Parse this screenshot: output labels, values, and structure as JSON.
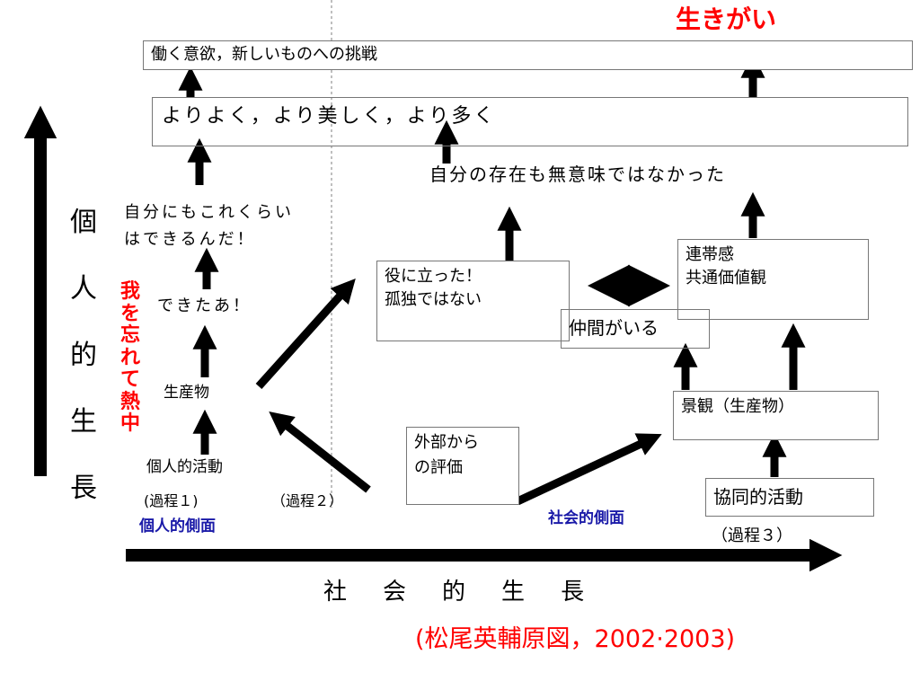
{
  "title": "生きがい",
  "boxes": {
    "motivation": "働く意欲，新しいものへの挑戦",
    "better": "よりよく，より美しく，より多く",
    "useful_line1": "役に立った！",
    "useful_line2": "孤独ではない",
    "friends": "仲間がいる",
    "solidarity_line1": "連帯感",
    "solidarity_line2": "共通価値観",
    "landscape": "景観（生産物）",
    "external_line1": "外部から",
    "external_line2": "の評価",
    "cooperative": "協同的活動"
  },
  "labels": {
    "meaningful": "自分の存在も無意味ではなかった",
    "capable_line1": "自分にもこれくらい",
    "capable_line2": "はできるんだ！",
    "did_it": "できたあ！",
    "product": "生産物",
    "individual_activity": "個人的活動",
    "process1": "(過程１)",
    "process2": "（過程２）",
    "process3": "（過程３）",
    "individual_aspect": "個人的側面",
    "social_aspect": "社会的側面",
    "absorbed": [
      "我",
      "を",
      "忘",
      "れ",
      "て",
      "熱",
      "中"
    ]
  },
  "axes": {
    "vertical": [
      "個",
      "人",
      "的",
      "生",
      "長"
    ],
    "horizontal": [
      "社",
      "会",
      "的",
      "生",
      "長"
    ]
  },
  "citation": "(松尾英輔原図，2002·2003)",
  "colors": {
    "red": "#ff0000",
    "blue": "#1a1aa8",
    "black": "#000000"
  }
}
